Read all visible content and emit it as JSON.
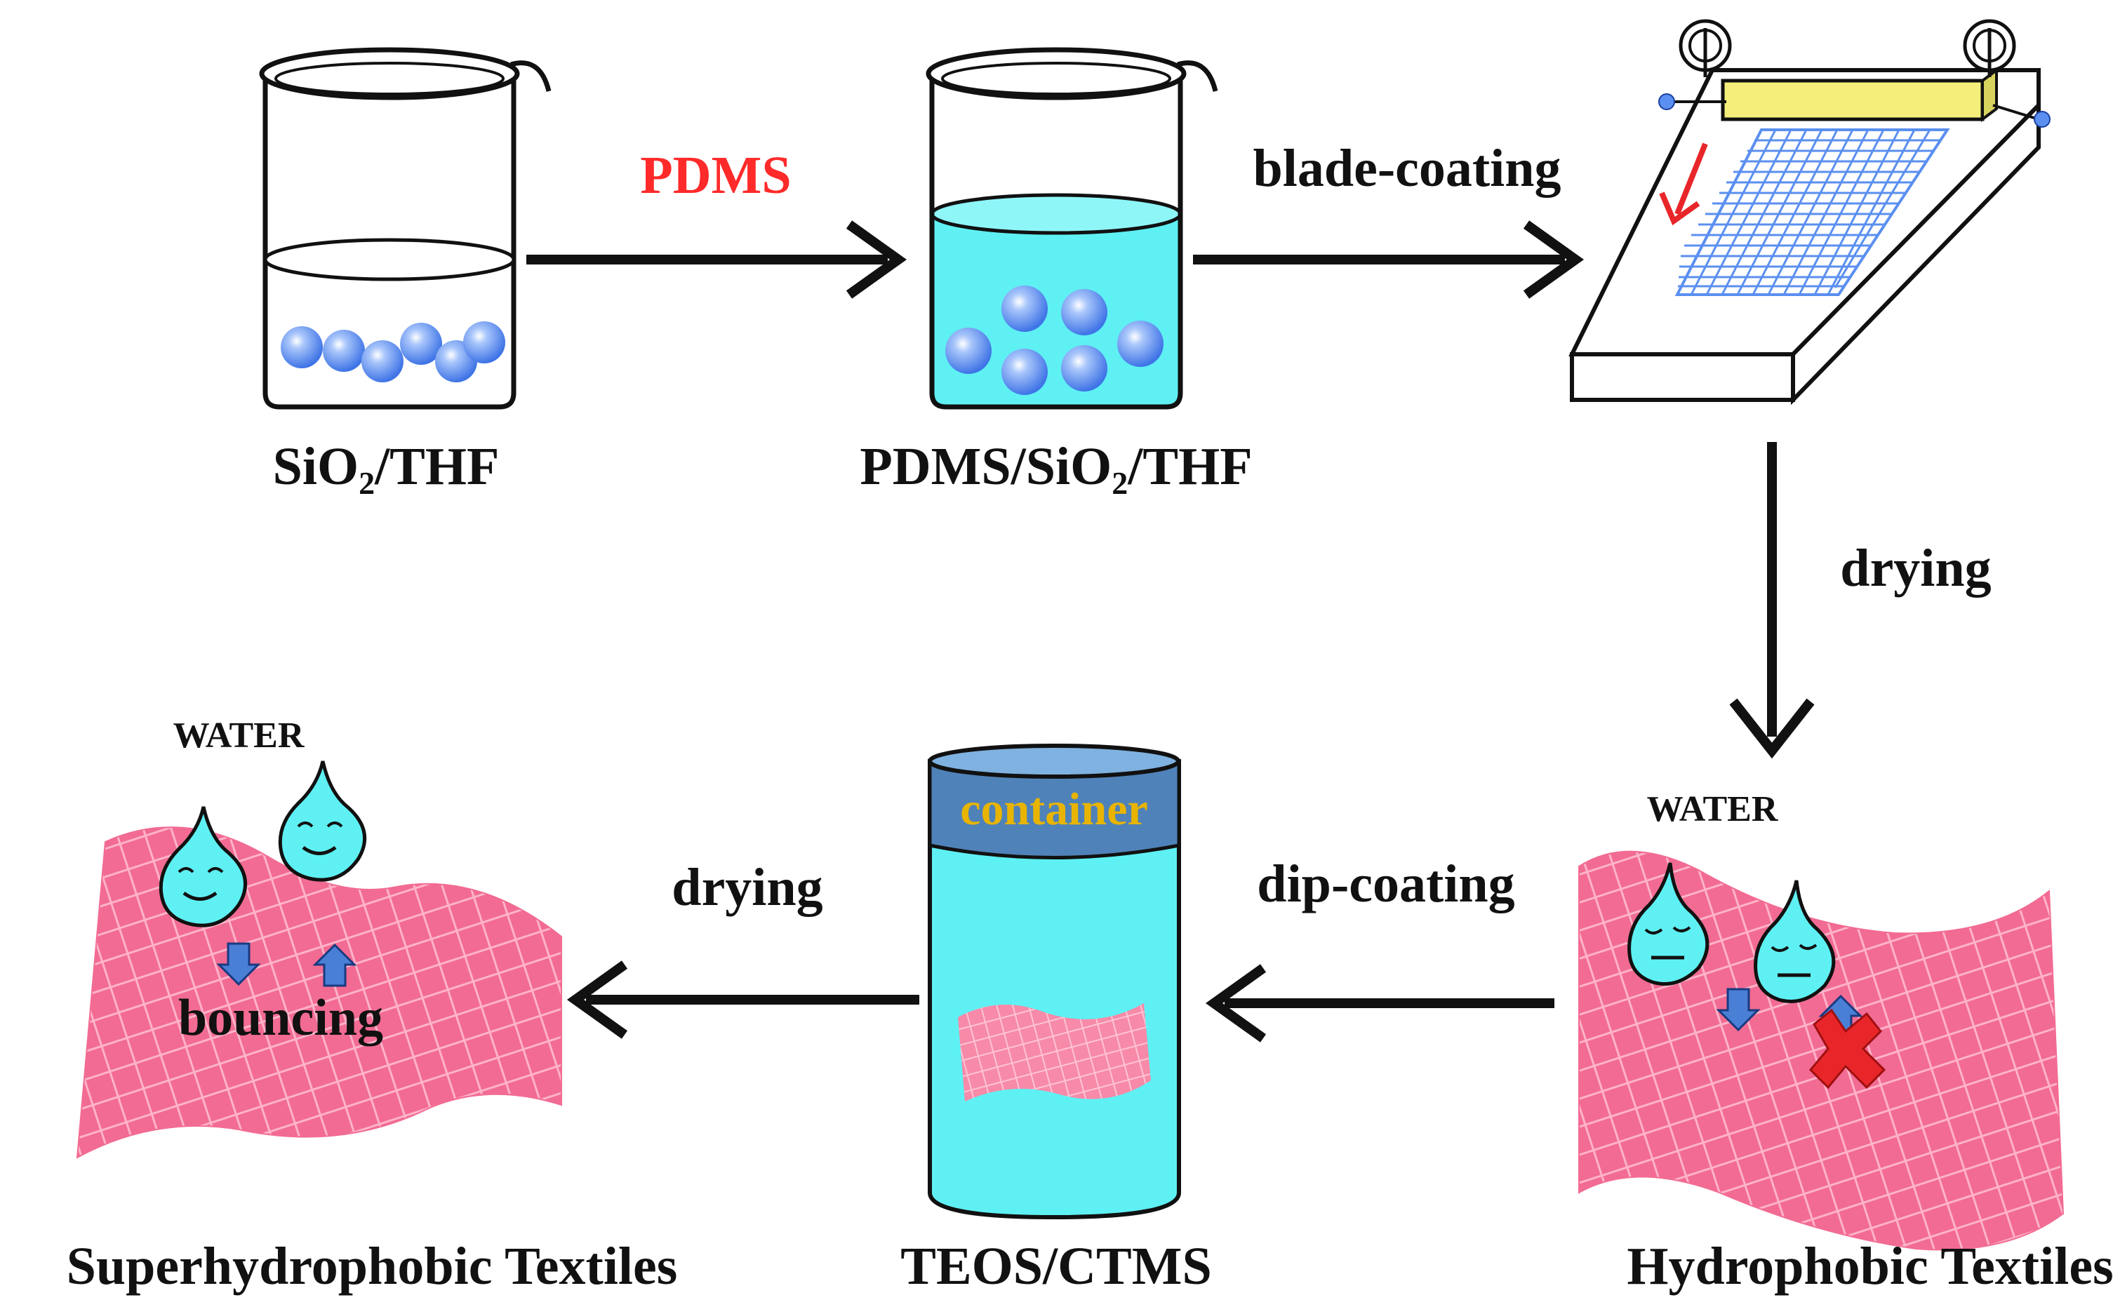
{
  "labels": {
    "pdms_reagent": "PDMS",
    "beaker1": "SiO",
    "beaker1_sub": "2",
    "beaker1_suffix": "/THF",
    "beaker2": "PDMS/SiO",
    "beaker2_sub": "2",
    "beaker2_suffix": "/THF",
    "blade_coating": "blade-coating",
    "drying_vertical": "drying",
    "water_right": "WATER",
    "hydrophobic": "Hydrophobic Textiles",
    "dip_coating": "dip-coating",
    "container": "container",
    "teos": "TEOS/CTMS",
    "drying_left": "drying",
    "water_left": "WATER",
    "bouncing": "bouncing",
    "superhydrophobic": "Superhydrophobic Textiles"
  },
  "colors": {
    "pdms_label": "#ff2a2a",
    "container_label": "#e8b400",
    "liquid": "#5ff0f3",
    "sphere": "#5b8ff0",
    "textile": "#f26b93",
    "mesh": "#5b8ff0",
    "blade": "#f4ef7a",
    "cross": "#e8262a",
    "arrow": "#111111"
  }
}
